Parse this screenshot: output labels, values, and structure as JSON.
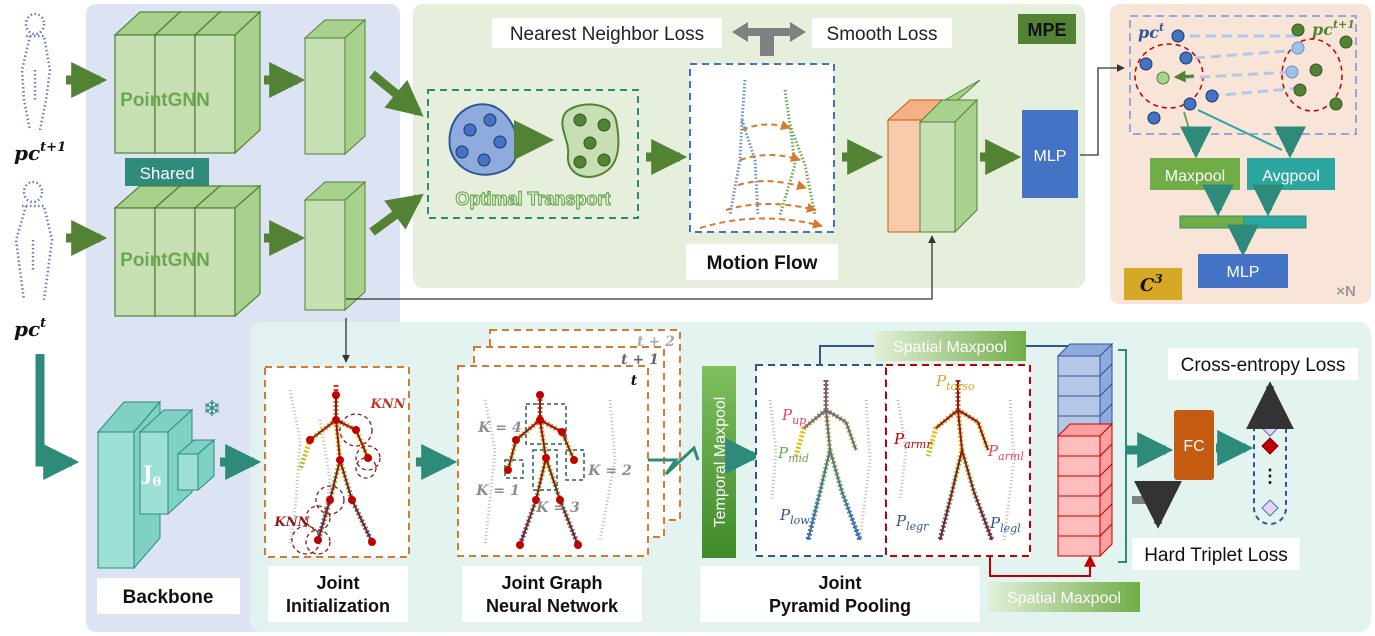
{
  "inputs": {
    "pc_t1": "pc",
    "pc_t1_sup": "t+1",
    "pc_t": "pc",
    "pc_t_sup": "t"
  },
  "backbone": {
    "pointgnn_top": "PointGNN",
    "pointgnn_bottom": "PointGNN",
    "shared": "Shared",
    "jtheta": "J",
    "jtheta_sub": "θ",
    "snowflake": "❄",
    "label": "Backbone"
  },
  "mpe": {
    "tag": "MPE",
    "nn_loss": "Nearest Neighbor Loss",
    "smooth_loss": "Smooth Loss",
    "optimal_transport": "Optimal Transport",
    "motion_flow": "Motion Flow",
    "mlp": "MLP"
  },
  "c3": {
    "pc_t": "pc",
    "pc_t_sup": "t",
    "pc_t1": "pc",
    "pc_t1_sup": "t+1",
    "maxpool": "Maxpool",
    "avgpool": "Avgpool",
    "mlp": "MLP",
    "tag": "C",
    "tag_sup": "3",
    "repeat": "×N"
  },
  "joint_init": {
    "knn_top": "KNN",
    "knn_bottom": "KNN",
    "label_line1": "Joint",
    "label_line2": "Initialization"
  },
  "jgnn": {
    "t2": "t + 2",
    "t1": "t + 1",
    "t": "t",
    "k4": "K = 4",
    "k2": "K = 2",
    "k1": "K = 1",
    "k3": "K = 3",
    "label_line1": "Joint Graph",
    "label_line2": "Neural Network"
  },
  "temporal_maxpool": "Temporal Maxpool",
  "jpp": {
    "spatial_maxpool_top": "Spatial Maxpool",
    "spatial_maxpool_bottom": "Spatial Maxpool",
    "p_up": "P",
    "p_up_sub": "up",
    "p_mid": "P",
    "p_mid_sub": "mid",
    "p_low": "P",
    "p_low_sub": "low",
    "p_torso": "P",
    "p_torso_sub": "torso",
    "p_armr": "P",
    "p_armr_sub": "armr",
    "p_arml": "P",
    "p_arml_sub": "arml",
    "p_legr": "P",
    "p_legr_sub": "legr",
    "p_legl": "P",
    "p_legl_sub": "legl",
    "label_line1": "Joint",
    "label_line2": "Pyramid Pooling"
  },
  "head": {
    "fc": "FC",
    "ce_loss": "Cross-entropy Loss",
    "triplet_loss": "Hard Triplet Loss",
    "dots": "⋮"
  },
  "colors": {
    "backbone_bg": "#dce3f3",
    "mpe_bg": "#e6efdc",
    "c3_bg": "#f9e5d8",
    "bottom_bg": "#e2f2ef",
    "green_block": "#c6e0b4",
    "green_arrow": "#548235",
    "teal_arrow": "#2e8b7a",
    "blue_mlp": "#4472c4",
    "orange_dash": "#d77a2b",
    "fc_orange": "#c55a11"
  }
}
